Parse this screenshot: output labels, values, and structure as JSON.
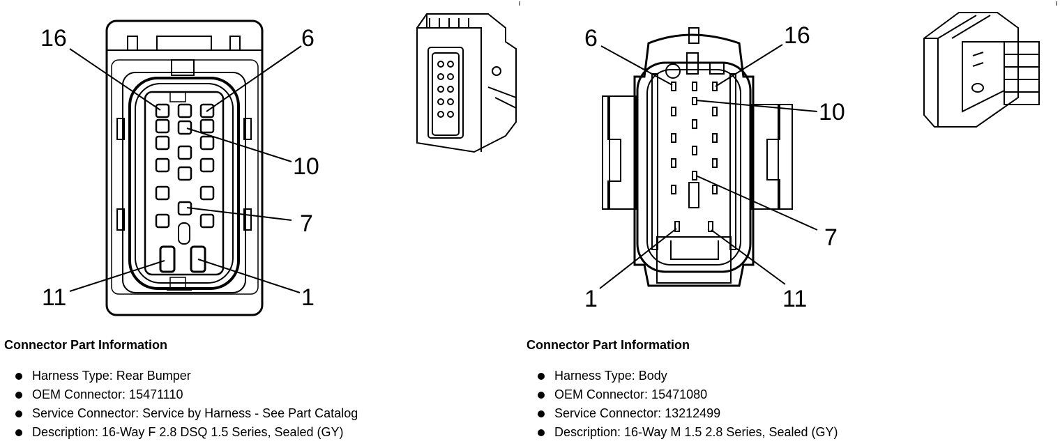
{
  "left_connector": {
    "pin_labels": [
      "16",
      "6",
      "10",
      "7",
      "11",
      "1"
    ],
    "info": {
      "title": "Connector Part Information",
      "items": [
        "Harness Type: Rear Bumper",
        "OEM Connector: 15471110",
        "Service Connector: Service by Harness - See Part Catalog",
        "Description: 16-Way F 2.8 DSQ 1.5 Series, Sealed (GY)"
      ]
    }
  },
  "right_connector": {
    "pin_labels": [
      "6",
      "16",
      "10",
      "7",
      "1",
      "11"
    ],
    "info": {
      "title": "Connector Part Information",
      "items": [
        "Harness Type: Body",
        "OEM Connector: 15471080",
        "Service Connector: 13212499",
        "Description: 16-Way M 1.5 2.8 Series, Sealed (GY)"
      ]
    }
  }
}
